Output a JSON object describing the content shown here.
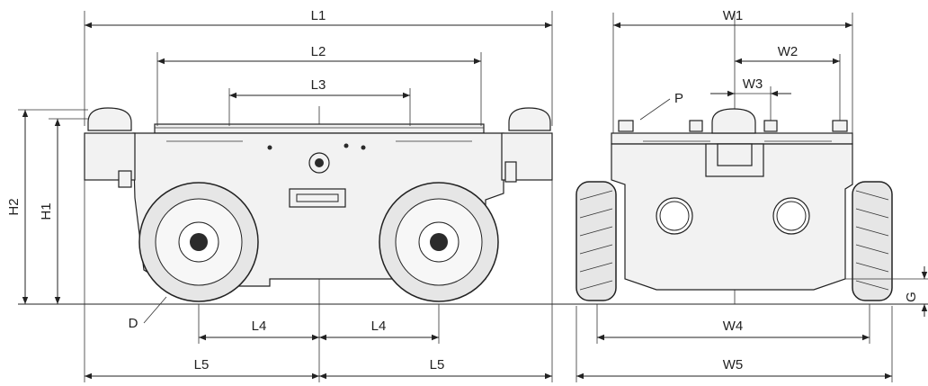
{
  "labels": {
    "L1": "L1",
    "L2": "L2",
    "L3": "L3",
    "L4": "L4",
    "L5": "L5",
    "W1": "W1",
    "W2": "W2",
    "W3": "W3",
    "W4": "W4",
    "W5": "W5",
    "H1": "H1",
    "H2": "H2",
    "G": "G",
    "D": "D",
    "P": "P"
  },
  "colors": {
    "line": "#222222",
    "body": "#f2f2f2",
    "wheel": "#2b2b2b"
  },
  "icons": {
    "mecanum_wheel": "mecanum-wheel-icon",
    "lidar": "lidar-sensor-icon",
    "connector": "connector-port-icon"
  }
}
